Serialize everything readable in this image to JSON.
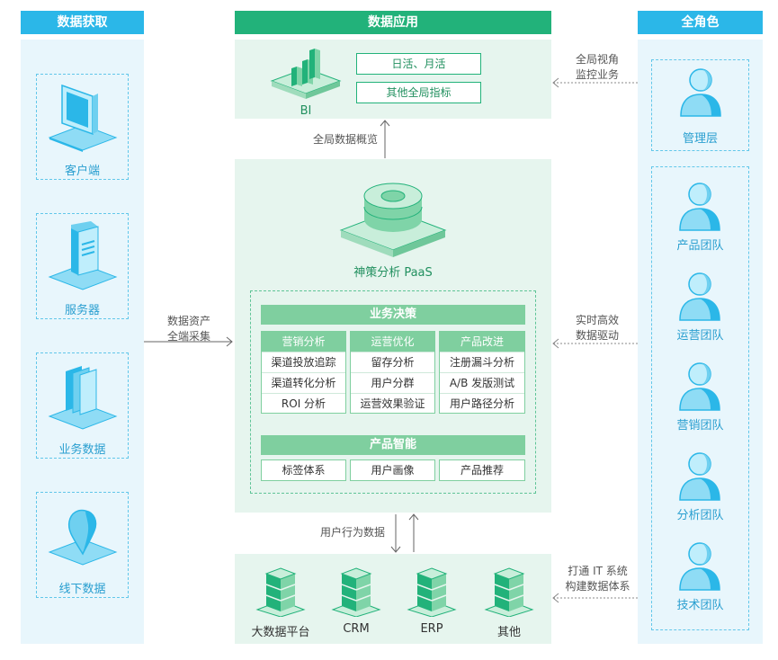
{
  "left": {
    "header": "数据获取",
    "items": [
      {
        "label": "客户端",
        "icon": "monitor-icon"
      },
      {
        "label": "服务器",
        "icon": "server-icon"
      },
      {
        "label": "业务数据",
        "icon": "documents-icon"
      },
      {
        "label": "线下数据",
        "icon": "location-pin-icon"
      }
    ]
  },
  "center": {
    "header": "数据应用",
    "bi": {
      "label": "BI",
      "boxes": [
        "日活、月活",
        "其他全局指标"
      ]
    },
    "bi_caption": "全局数据概览",
    "paas_label": "神策分析 PaaS",
    "business": {
      "title": "业务决策",
      "columns": [
        {
          "title": "营销分析",
          "items": [
            "渠道投放追踪",
            "渠道转化分析",
            "ROI 分析"
          ]
        },
        {
          "title": "运营优化",
          "items": [
            "留存分析",
            "用户分群",
            "运营效果验证"
          ]
        },
        {
          "title": "产品改进",
          "items": [
            "注册漏斗分析",
            "A/B 发版测试",
            "用户路径分析"
          ]
        }
      ]
    },
    "product_ai": {
      "title": "产品智能",
      "items": [
        "标签体系",
        "用户画像",
        "产品推荐"
      ]
    },
    "bottom_caption": "用户行为数据",
    "systems": [
      "大数据平台",
      "CRM",
      "ERP",
      "其他"
    ]
  },
  "left_arrow_note": [
    "数据资产",
    "全端采集"
  ],
  "right": {
    "header": "全角色",
    "manager": "管理层",
    "teams": [
      "产品团队",
      "运营团队",
      "营销团队",
      "分析团队",
      "技术团队"
    ]
  },
  "right_notes": {
    "top": [
      "全局视角",
      "监控业务"
    ],
    "middle": [
      "实时高效",
      "数据驱动"
    ],
    "bottom": [
      "打通 IT 系统",
      "构建数据体系"
    ]
  },
  "colors": {
    "blue": "#2bb7e8",
    "green": "#22b27a",
    "light_blue": "#e8f6fc",
    "light_green": "#e6f5ee"
  }
}
